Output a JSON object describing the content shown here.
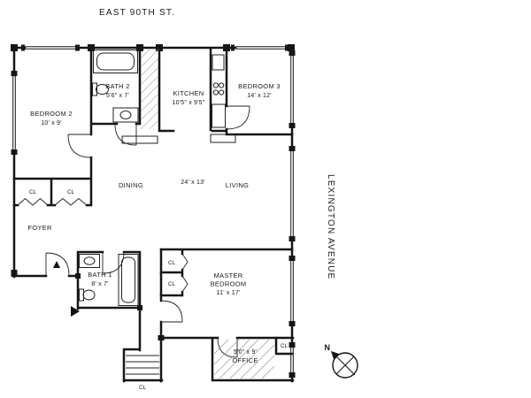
{
  "streets": {
    "top": "EAST 90TH ST.",
    "right": "LEXINGTON AVENUE"
  },
  "compass": {
    "north_label": "N"
  },
  "rooms": {
    "bedroom2": {
      "name": "BEDROOM 2",
      "dims": "10' x 9'"
    },
    "bath2": {
      "name": "BATH 2",
      "dims": "5'6\" x 7'"
    },
    "kitchen": {
      "name": "KITCHEN",
      "dims": "10'5\" x 9'5\""
    },
    "bedroom3": {
      "name": "BEDROOM 3",
      "dims": "14' x 12'"
    },
    "dining": {
      "name": "DINING"
    },
    "living": {
      "name": "LIVING"
    },
    "living_dining": {
      "dims": "24' x 13'"
    },
    "foyer": {
      "name": "FOYER"
    },
    "bath1": {
      "name": "BATH 1",
      "dims": "8' x 7'"
    },
    "master_bedroom": {
      "line1": "MASTER",
      "line2": "BEDROOM",
      "dims": "11' x 17'"
    },
    "office": {
      "dims": "5'0\" x 9'",
      "name": "OFFICE"
    }
  },
  "closets": {
    "label": "CL"
  }
}
